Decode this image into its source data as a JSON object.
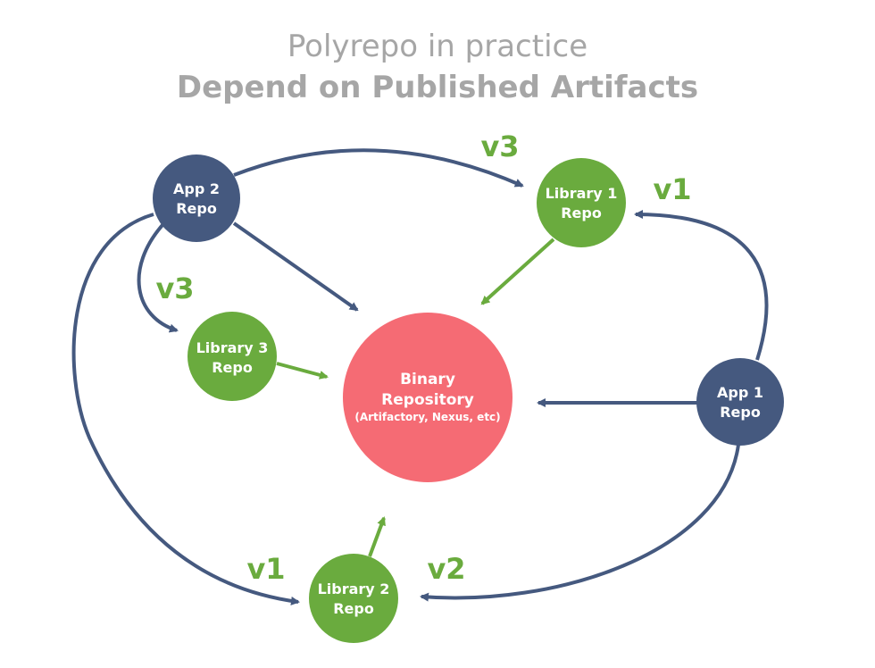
{
  "title": {
    "line1": "Polyrepo in practice",
    "line2": "Depend on Published Artifacts"
  },
  "colors": {
    "app": "#45597f",
    "library": "#6aab3e",
    "binary": "#f56b74",
    "title": "#a6a6a6",
    "label": "#6aab3e"
  },
  "nodes": {
    "app2": {
      "line1": "App 2",
      "line2": "Repo"
    },
    "app1": {
      "line1": "App 1",
      "line2": "Repo"
    },
    "lib1": {
      "line1": "Library 1",
      "line2": "Repo"
    },
    "lib2": {
      "line1": "Library 2",
      "line2": "Repo"
    },
    "lib3": {
      "line1": "Library 3",
      "line2": "Repo"
    },
    "binary": {
      "line1": "Binary",
      "line2": "Repository",
      "line3": "(Artifactory, Nexus, etc)"
    }
  },
  "edges": [
    {
      "from": "App 2 Repo",
      "to": "Library 1 Repo",
      "label": "v3"
    },
    {
      "from": "App 2 Repo",
      "to": "Library 3 Repo",
      "label": "v3"
    },
    {
      "from": "App 2 Repo",
      "to": "Library 2 Repo",
      "label": "v1"
    },
    {
      "from": "App 2 Repo",
      "to": "Binary Repository",
      "label": ""
    },
    {
      "from": "App 1 Repo",
      "to": "Library 1 Repo",
      "label": "v1"
    },
    {
      "from": "App 1 Repo",
      "to": "Library 2 Repo",
      "label": "v2"
    },
    {
      "from": "App 1 Repo",
      "to": "Binary Repository",
      "label": ""
    },
    {
      "from": "Library 1 Repo",
      "to": "Binary Repository",
      "label": ""
    },
    {
      "from": "Library 3 Repo",
      "to": "Binary Repository",
      "label": ""
    },
    {
      "from": "Library 2 Repo",
      "to": "Binary Repository",
      "label": ""
    }
  ],
  "labels": {
    "app2_lib1": "v3",
    "app2_lib3": "v3",
    "app2_lib2": "v1",
    "app1_lib1": "v1",
    "app1_lib2": "v2"
  }
}
